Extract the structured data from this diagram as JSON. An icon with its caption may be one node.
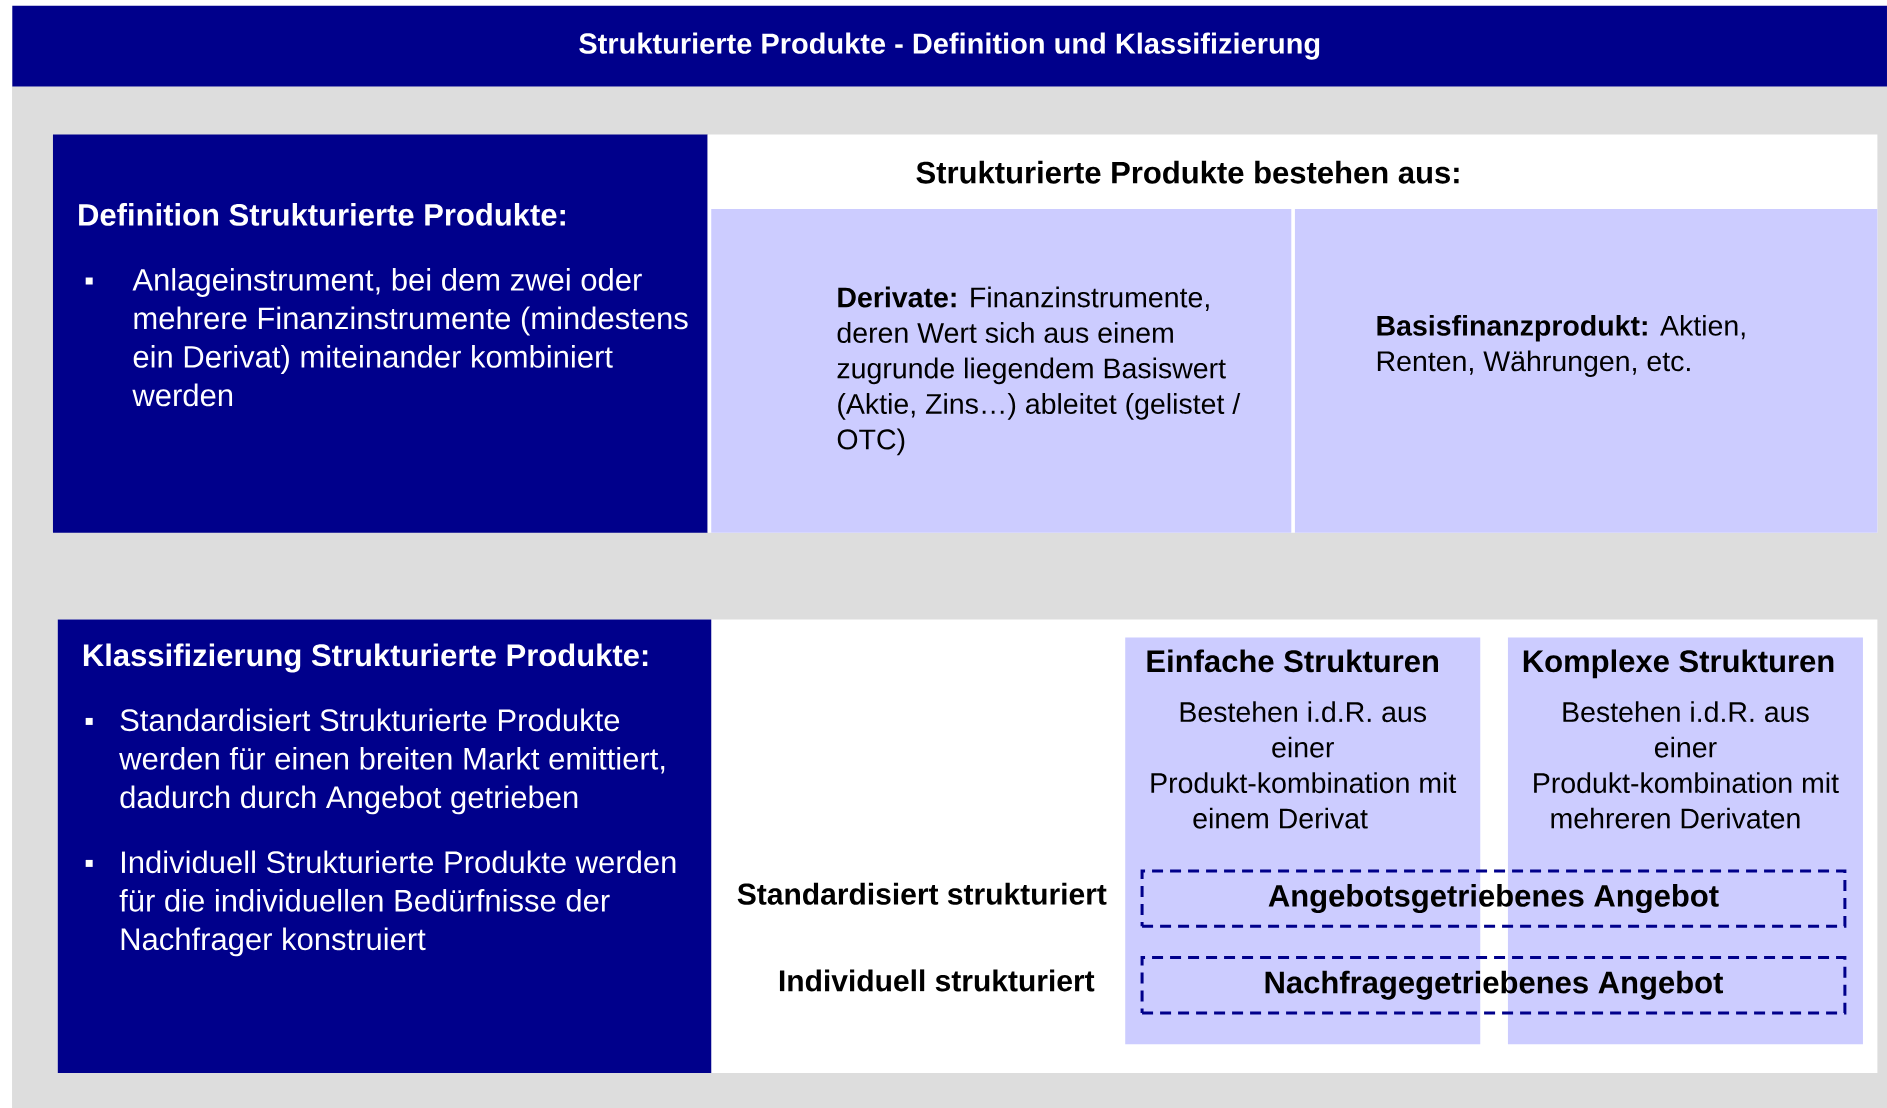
{
  "diagram": {
    "title": "Strukturierte Produkte - Definition und Klassifizierung",
    "nodes": [
      {
        "text": [
          "Definition Strukturierte Produkte:",
          "Anlageinstrument, bei dem zwei oder mehrere Finanzinstrumente (mindestens ein Derivat) miteinander kombiniert werden"
        ]
      },
      {
        "text": [
          "Strukturierte Produkte bestehen aus:"
        ]
      },
      {
        "text": [
          "**Derivate:** Finanzinstrumente, deren Wert sich aus einem zugrunde liegendem Basiswert (Aktie, Zins…) ableitet (gelistet / OTC)"
        ],
        "in": 1
      },
      {
        "text": [
          "**Basisfinanzprodukt:** Aktien, Renten, Währungen, etc."
        ],
        "in": 1
      },
      {
        "text": [
          "Klassifizierung Strukturierte Produkte:",
          "Standardisiert Strukturierte Produkte werden für einen breiten Markt emittiert, dadurch durch Angebot getrieben",
          "Individuell Strukturierte Produkte werden für die individuellen Bedürfnisse der Nachfrager konstruiert"
        ]
      },
      {
        "text": [
          "Einfache Strukturen",
          "Bestehen i.d.R. aus einer Produkt-kombination mit einem Derivat"
        ]
      },
      {
        "text": [
          "Komplexe Strukturen",
          "Bestehen i.d.R. aus einer Produkt-kombination mit mehreren Derivaten"
        ]
      },
      {
        "text": [
          "Angebotsgetriebenes Angebot"
        ]
      },
      {
        "text": [
          "Nachfragegetriebenes Angebot"
        ]
      }
    ],
    "labels": [
      "Standardisiert strukturiert",
      "Individuell strukturiert"
    ]
  }
}
